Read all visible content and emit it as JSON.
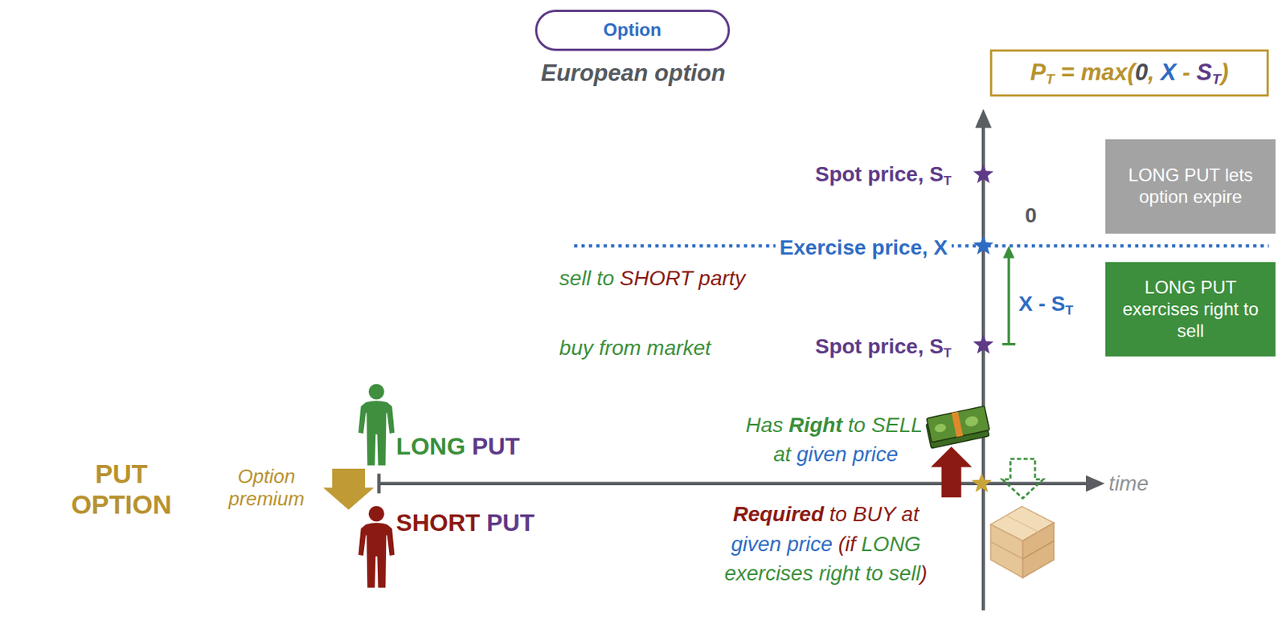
{
  "diagram": {
    "title": "European option",
    "nodes": [
      {
        "text": [
          "Option"
        ]
      },
      {
        "text": [
          "P",
          "T",
          "= max(",
          "0",
          ",",
          "X",
          "-",
          "S",
          "T",
          ")"
        ]
      },
      {
        "text": [
          "LONG PUT lets option expire"
        ]
      },
      {
        "text": [
          "LONG PUT exercises right to sell"
        ]
      }
    ],
    "labels": [
      "Spot price, S",
      "T",
      "0",
      "Exercise price, X",
      "sell to",
      "SHORT party",
      "X - S",
      "T",
      "buy from market",
      "Spot price, S",
      "T",
      "Has",
      "Right",
      "to SELL",
      "at",
      "given price",
      "LONG",
      "PUT",
      "PUT OPTION",
      "Option premium",
      "time",
      "SHORT",
      "PUT",
      "Required",
      "to BUY at",
      "given price",
      "(if",
      "LONG",
      "exercises right to sell",
      ")"
    ]
  }
}
